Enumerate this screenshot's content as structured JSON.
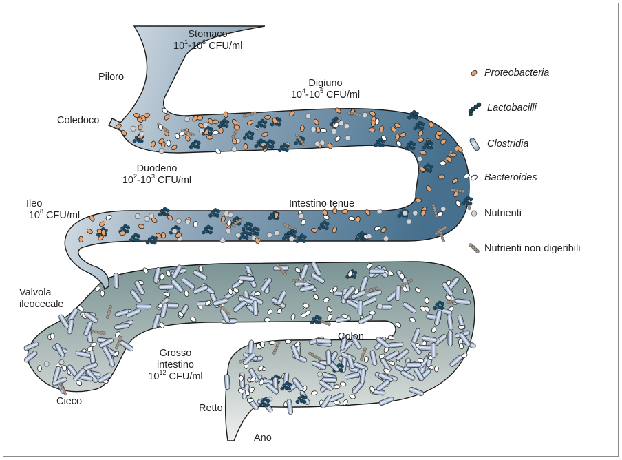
{
  "regions": {
    "stomaco": {
      "name": "Stomaco",
      "count_base": "10",
      "exp_low": "1",
      "exp_high": "3",
      "unit": "CFU/ml"
    },
    "piloro": "Piloro",
    "coledoco": "Coledoco",
    "duodeno": {
      "name": "Duodeno",
      "count_base": "10",
      "exp_low": "2",
      "exp_high": "3",
      "unit": "CFU/ml"
    },
    "digiuno": {
      "name": "Digiuno",
      "count_base": "10",
      "exp_low": "4",
      "exp_high": "5",
      "unit": "CFU/ml"
    },
    "ileo": {
      "name": "Ileo",
      "count_base": "10",
      "exp": "8",
      "unit": "CFU/ml"
    },
    "intestino_tenue": "Intestino tenue",
    "valvola": {
      "line1": "Valvola",
      "line2": "ileocecale"
    },
    "colon": "Colon",
    "grosso_intestino": {
      "line1": "Grosso",
      "line2": "intestino",
      "count_base": "10",
      "exp": "12",
      "unit": "CFU/ml"
    },
    "cieco": "Cieco",
    "retto": "Retto",
    "ano": "Ano"
  },
  "legend": [
    {
      "label": "Proteobacteria",
      "icon": "proteobacteria-icon",
      "italic": true
    },
    {
      "label": "Lactobacilli",
      "icon": "lactobacilli-icon",
      "italic": true
    },
    {
      "label": "Clostridia",
      "icon": "clostridia-icon",
      "italic": true
    },
    {
      "label": "Bacteroides",
      "icon": "bacteroides-icon",
      "italic": true
    },
    {
      "label": "Nutrienti",
      "icon": "nutrient-icon",
      "italic": false
    },
    {
      "label": "Nutrienti non digeribili",
      "icon": "indigestible-nutrient-icon",
      "italic": false
    }
  ],
  "colors": {
    "proteobacteria": "#e8a574",
    "lactobacilli": "#1f4a63",
    "clostridia": "#8fa7c8",
    "bacteroides": "#ffffff",
    "nutrient": "#d0d4d8",
    "indigestible": "#a59685",
    "small_intestine": "#5f829c",
    "large_intestine": "#8d9e9e"
  }
}
